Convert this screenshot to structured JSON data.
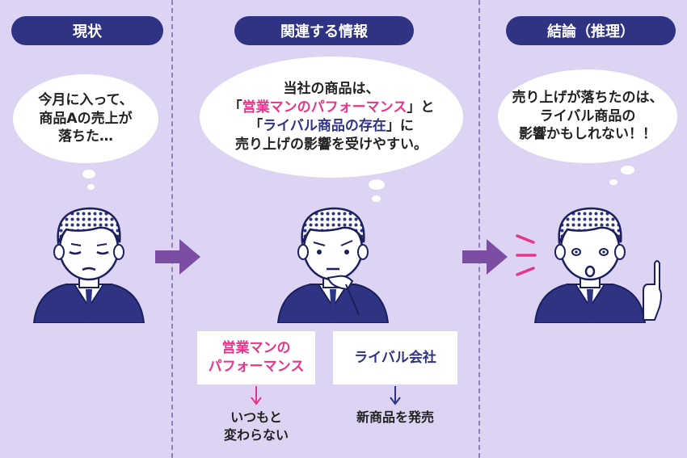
{
  "headers": {
    "current": "現状",
    "related": "関連する情報",
    "conclusion": "結論（推理）"
  },
  "bubbles": {
    "current": [
      "今月に入って、",
      "商品Aの売上が",
      "落ちた…"
    ],
    "related": {
      "line1": "当社の商品は、",
      "line2_open": "「",
      "line2_hl": "営業マンのパフォーマンス",
      "line2_close": "」と",
      "line3_open": "「",
      "line3_hl": "ライバル商品の存在",
      "line3_close": "」に",
      "line4": "売り上げの影響を受けやすい。"
    },
    "conclusion": [
      "売り上げが落ちたのは、",
      "ライバル商品の",
      "影響かもしれない！！"
    ]
  },
  "boxes": {
    "sales": [
      "営業マンの",
      "パフォーマンス"
    ],
    "rival": "ライバル会社"
  },
  "results": {
    "sales": [
      "いつもと",
      "変わらない"
    ],
    "rival": "新商品を発売"
  },
  "colors": {
    "background": "#ddd4f3",
    "navy": "#2e3383",
    "pink": "#e8358a",
    "arrow": "#7b4ea3"
  }
}
